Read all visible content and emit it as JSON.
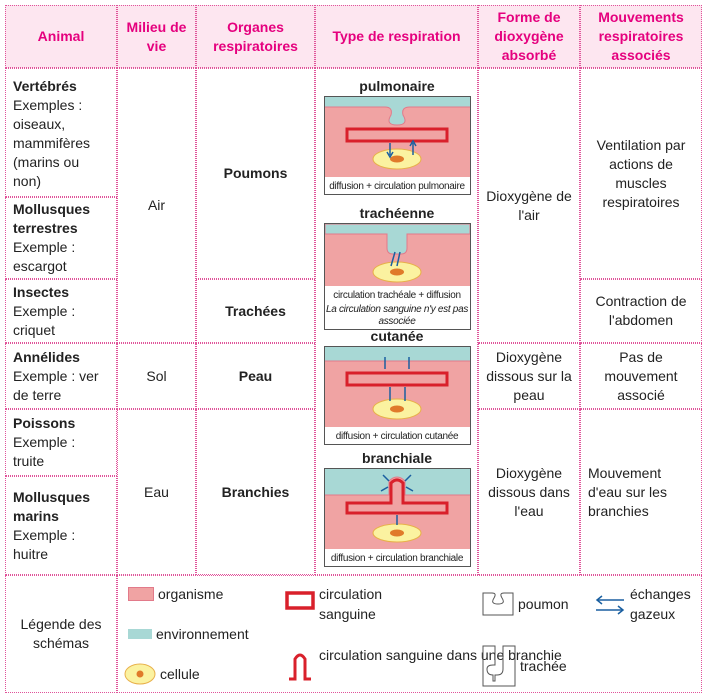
{
  "headers": [
    "Animal",
    "Milieu de vie",
    "Organes respiratoires",
    "Type de respiration",
    "Forme de dioxygène absorbé",
    "Mouvements respiratoires associés"
  ],
  "animals": [
    {
      "name": "Vertébrés",
      "example": "Exemples : oiseaux, mammifères (marins ou non)"
    },
    {
      "name": "Mollusques terrestres",
      "example": "Exemple : escargot"
    },
    {
      "name": "Insectes",
      "example": "Exemple : criquet"
    },
    {
      "name": "Annélides",
      "example": "Exemple : ver de terre"
    },
    {
      "name": "Poissons",
      "example": "Exemple : truite"
    },
    {
      "name": "Mollusques marins",
      "example": "Exemple : huitre"
    }
  ],
  "milieux": [
    "Air",
    "Sol",
    "Eau"
  ],
  "organes": [
    "Poumons",
    "Trachées",
    "Peau",
    "Branchies"
  ],
  "types": [
    {
      "title": "pulmonaire",
      "caption": "diffusion + circulation pulmonaire"
    },
    {
      "title": "trachéenne",
      "caption": "circulation trachéale + diffusion",
      "note": "La circulation sanguine n'y est pas associée"
    },
    {
      "title": "cutanée",
      "caption": "diffusion + circulation cutanée"
    },
    {
      "title": "branchiale",
      "caption": "diffusion + circulation branchiale"
    }
  ],
  "formes": [
    "Dioxygène de l'air",
    "Dioxygène dissous sur la peau",
    "Dioxygène dissous dans l'eau"
  ],
  "mouvements": [
    "Ventilation par actions de muscles respiratoires",
    "Contraction de l'abdomen",
    "Pas de mouvement associé",
    "Mouvement d'eau sur les branchies"
  ],
  "legend": {
    "title": "Légende des schémas",
    "organisme": "organisme",
    "environnement": "environnement",
    "cellule": "cellule",
    "circulation": "circulation sanguine",
    "branchie": "circulation sanguine dans une branchie",
    "poumon": "poumon",
    "trachee": "trachée",
    "echanges": "échanges gazeux"
  },
  "colors": {
    "accent": "#e5007e",
    "organism": "#f0a3a3",
    "environment": "#a8d8d5",
    "blood": "#d9202b",
    "arrow": "#1a5fa0"
  }
}
